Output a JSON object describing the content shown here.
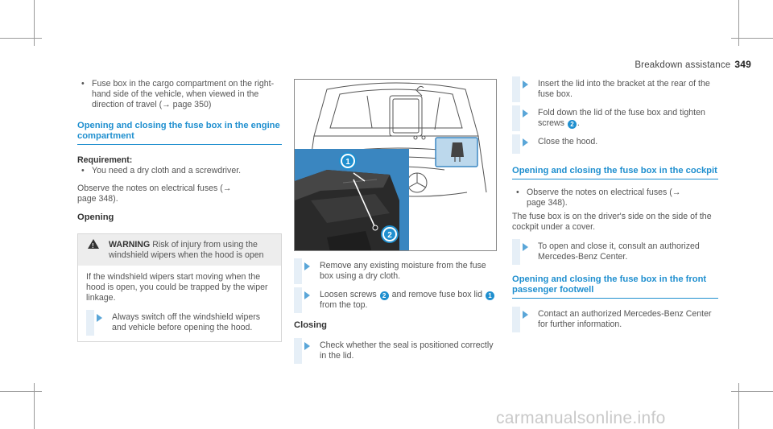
{
  "header": {
    "section": "Breakdown assistance",
    "page_number": "349"
  },
  "left": {
    "bullet_top": "Fuse box in the cargo compartment on the right-hand side of the vehicle, when viewed in the direction of travel (→ page 350)",
    "heading": "Opening and closing the fuse box in the engine compartment",
    "requirement_label": "Requirement:",
    "requirement_item": "You need a dry cloth and a screwdriver.",
    "observe_text": "Observe the notes on electrical fuses (→ page 348).",
    "opening_label": "Opening",
    "warning": {
      "title": "WARNING",
      "lead": "Risk of injury from using the windshield wipers when the hood is open",
      "body": "If the windshield wipers start moving when the hood is open, you could be trapped by the wiper linkage.",
      "step": "Always switch off the windshield wipers and vehicle before opening the hood."
    }
  },
  "middle": {
    "figure": {
      "callout_1": "1",
      "callout_2": "2"
    },
    "step1": "Remove any existing moisture from the fuse box using a dry cloth.",
    "step2_a": "Loosen screws",
    "step2_badge_a": "2",
    "step2_b": "and remove fuse box lid",
    "step2_badge_b": "1",
    "step2_c": "from the top.",
    "closing_label": "Closing",
    "step3": "Check whether the seal is positioned correctly in the lid."
  },
  "right": {
    "step1": "Insert the lid into the bracket at the rear of the fuse box.",
    "step2_a": "Fold down the lid of the fuse box and tighten screws",
    "step2_badge": "2",
    "step2_b": ".",
    "step3": "Close the hood.",
    "heading_cockpit": "Opening and closing the fuse box in the cockpit",
    "cockpit_bullet": "Observe the notes on electrical fuses (→ page 348).",
    "cockpit_text": "The fuse box is on the driver's side on the side of the cockpit under a cover.",
    "cockpit_step": "To open and close it, consult an authorized Mercedes-Benz Center.",
    "heading_footwell": "Opening and closing the fuse box in the front passenger footwell",
    "footwell_step": "Contact an authorized Mercedes-Benz Center for further information."
  },
  "watermark": "carmanualsonline.info"
}
